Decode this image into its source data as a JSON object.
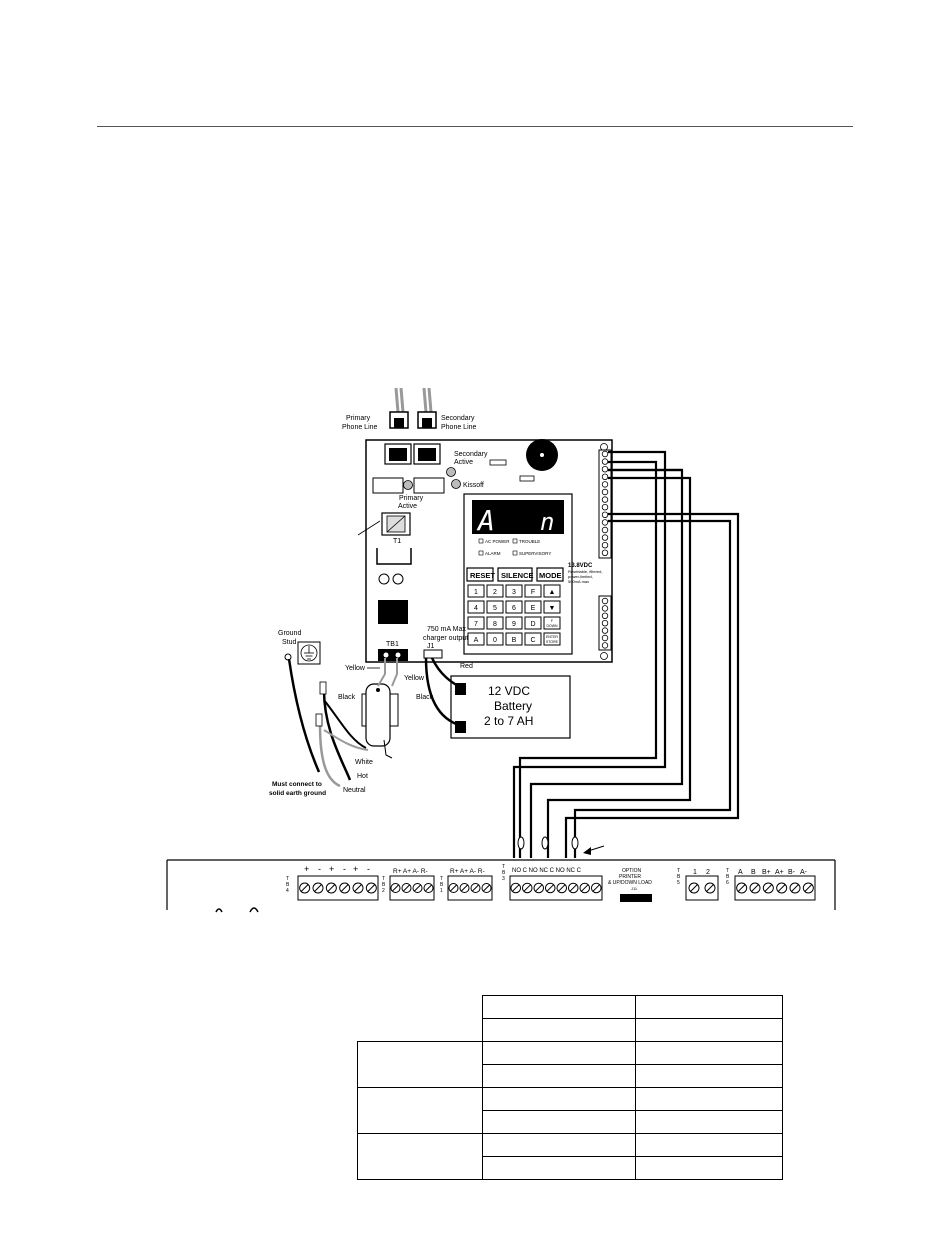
{
  "labels": {
    "primary_phone": [
      "Primary",
      "Phone Line"
    ],
    "secondary_phone": [
      "Secondary",
      "Phone Line"
    ],
    "secondary_active": [
      "Secondary",
      "Active"
    ],
    "kissoff": "Kissoff",
    "primary_active": [
      "Primary",
      "Active"
    ],
    "t1": "T1",
    "display_chars": [
      "A",
      "n"
    ],
    "led_ac_power": "AC POWER",
    "led_trouble": "TROUBLE",
    "led_alarm": "ALARM",
    "led_supervisory": "SUPERVISORY",
    "btn_reset": "RESET",
    "btn_silence": "SILENCE",
    "btn_mode": "MODE",
    "vdc_note": [
      "13.8VDC",
      "Resettable, filtered,",
      "power-limited,",
      "500mA max"
    ],
    "charger": [
      "750 mA Max",
      "charger output"
    ],
    "j1": "J1",
    "tb1": "TB1",
    "ground_stud": [
      "Ground",
      "Stud"
    ],
    "yellow_1": "Yellow",
    "yellow_2": "Yellow",
    "red": "Red",
    "black_1": "Black",
    "black_2": "Black",
    "battery": [
      "12 VDC",
      "Battery",
      "2 to 7 AH"
    ],
    "white": "White",
    "hot": "Hot",
    "neutral": "Neutral",
    "earth": [
      "Must connect to",
      "solid earth ground"
    ],
    "tb4": [
      "T",
      "B",
      "4"
    ],
    "tb2": [
      "T",
      "B",
      "2"
    ],
    "tb1b": [
      "T",
      "B",
      "1"
    ],
    "tb3": [
      "T",
      "B",
      "3"
    ],
    "tb5": [
      "T",
      "B",
      "5"
    ],
    "tb6": [
      "T",
      "B",
      "6"
    ],
    "tb4_pins": [
      "+",
      "-",
      "+",
      "-",
      "+",
      "-"
    ],
    "tb2_pins": "R+ A+ A- R-",
    "tb1_pins": "R+ A+ A- R-",
    "tb3_pins": "NO C NO NC C NO NC C",
    "option_printer": [
      "OPTION",
      "PRINTER",
      "& UP/DOWN LOAD"
    ],
    "j11": "J11",
    "tb5_pins": [
      "1",
      "2"
    ],
    "tb6_pins": [
      "A",
      "B",
      "B+",
      "A+",
      "B-",
      "A-"
    ]
  },
  "keypad": [
    "1",
    "2",
    "3",
    "F",
    "▲",
    "4",
    "5",
    "6",
    "E",
    "▼",
    "7",
    "8",
    "9",
    "D",
    "F\nDOWN",
    "A",
    "0",
    "B",
    "C",
    "ENTER\nSTORE"
  ],
  "table": {
    "rows": 8,
    "cols": 3
  },
  "colors": {
    "line": "#000000",
    "rule": "#555555"
  }
}
